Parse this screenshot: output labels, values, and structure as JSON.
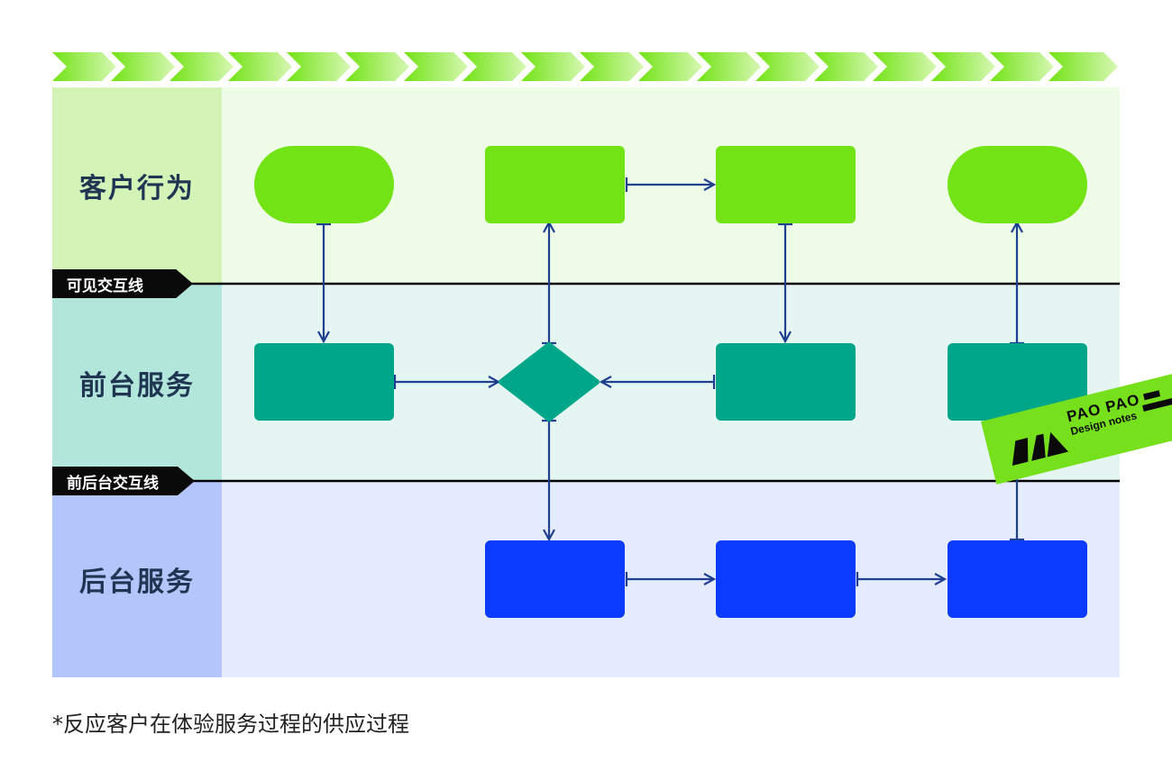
{
  "lanes": [
    {
      "label": "客户行为",
      "label_color": "#d4f4b7",
      "bg_color": "#eefbe6"
    },
    {
      "label": "前台服务",
      "label_color": "#b3e6db",
      "bg_color": "#e4f5f2"
    },
    {
      "label": "后台服务",
      "label_color": "#b3c5fb",
      "bg_color": "#e5ecfe"
    }
  ],
  "dividers": [
    "可见交互线",
    "前后台交互线"
  ],
  "footnote": "*反应客户在体验服务过程的供应过程",
  "watermark": {
    "brand": "PAO PAO",
    "subtitle": "Design notes"
  },
  "colors": {
    "customer_node": "#72e314",
    "frontstage_node": "#00a68a",
    "backstage_node": "#0a3bff",
    "connector": "#1f3f8f",
    "chevron": "#8ae02a",
    "divider_line": "#000000"
  },
  "icons": {
    "banner": "chevron-banner",
    "watermark_logo": "pao-pao-logo"
  },
  "nodes": [
    {
      "id": "c1",
      "lane": "customer",
      "shape": "terminal"
    },
    {
      "id": "c2",
      "lane": "customer",
      "shape": "process"
    },
    {
      "id": "c3",
      "lane": "customer",
      "shape": "process"
    },
    {
      "id": "c4",
      "lane": "customer",
      "shape": "terminal"
    },
    {
      "id": "f1",
      "lane": "frontstage",
      "shape": "process"
    },
    {
      "id": "fd",
      "lane": "frontstage",
      "shape": "decision"
    },
    {
      "id": "f3",
      "lane": "frontstage",
      "shape": "process"
    },
    {
      "id": "f4",
      "lane": "frontstage",
      "shape": "process"
    },
    {
      "id": "b2",
      "lane": "backstage",
      "shape": "process"
    },
    {
      "id": "b3",
      "lane": "backstage",
      "shape": "process"
    },
    {
      "id": "b4",
      "lane": "backstage",
      "shape": "process"
    }
  ],
  "edges": [
    {
      "from": "c1",
      "to": "f1"
    },
    {
      "from": "c2",
      "to": "c3"
    },
    {
      "from": "c3",
      "to": "f3"
    },
    {
      "from": "f1",
      "to": "fd"
    },
    {
      "from": "f3",
      "to": "fd"
    },
    {
      "from": "fd",
      "to": "c2"
    },
    {
      "from": "fd",
      "to": "b2"
    },
    {
      "from": "b2",
      "to": "b3"
    },
    {
      "from": "b3",
      "to": "b4"
    },
    {
      "from": "b4",
      "to": "f4"
    },
    {
      "from": "f4",
      "to": "c4"
    }
  ]
}
